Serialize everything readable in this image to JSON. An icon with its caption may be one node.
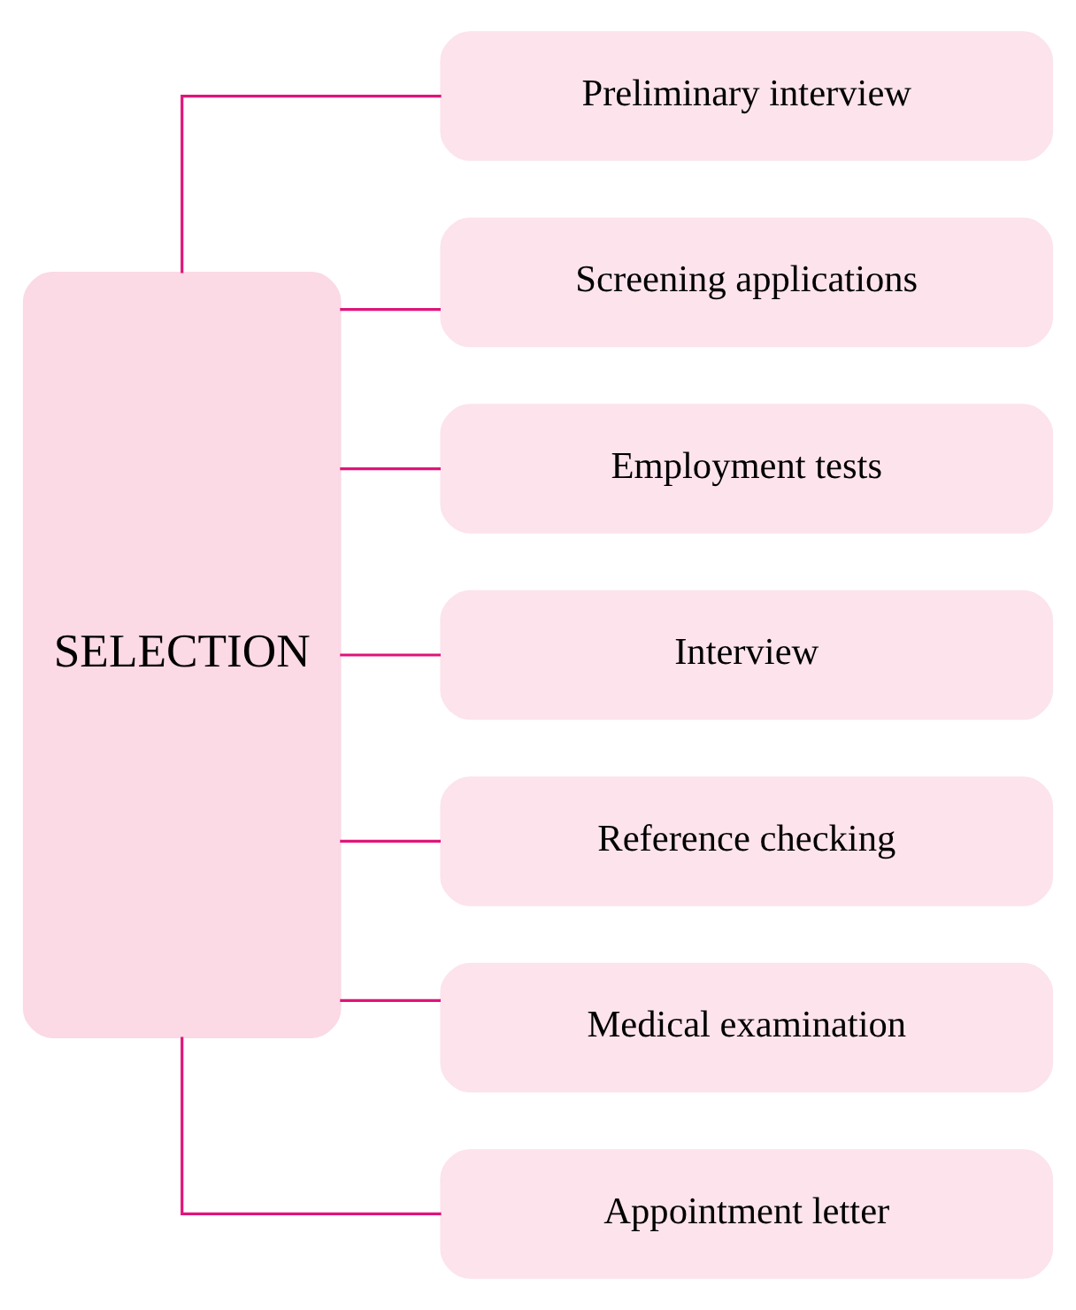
{
  "diagram": {
    "nodes": [
      {
        "text": [
          "SELECTION"
        ]
      },
      {
        "text": [
          "Preliminary interview"
        ]
      },
      {
        "text": [
          "Screening applications"
        ]
      },
      {
        "text": [
          "Employment tests"
        ]
      },
      {
        "text": [
          "Interview"
        ]
      },
      {
        "text": [
          "Reference checking"
        ]
      },
      {
        "text": [
          "Medical examination"
        ]
      },
      {
        "text": [
          "Appointment letter"
        ]
      }
    ],
    "edges": [
      {
        "from": 0,
        "to": 1,
        "arrow": "none"
      },
      {
        "from": 0,
        "to": 2,
        "arrow": "none"
      },
      {
        "from": 0,
        "to": 3,
        "arrow": "none"
      },
      {
        "from": 0,
        "to": 4,
        "arrow": "none"
      },
      {
        "from": 0,
        "to": 5,
        "arrow": "none"
      },
      {
        "from": 0,
        "to": 6,
        "arrow": "none"
      },
      {
        "from": 0,
        "to": 7,
        "arrow": "none"
      }
    ]
  }
}
